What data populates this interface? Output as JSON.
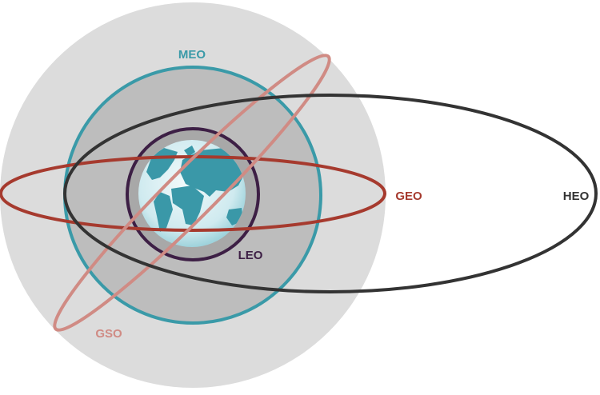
{
  "labels": {
    "meo": "MEO",
    "geo": "GEO",
    "heo": "HEO",
    "leo": "LEO",
    "gso": "GSO"
  },
  "colors": {
    "outer_region": "#dcdcdc",
    "meo_region": "#bdbdbd",
    "meo": "#3a9aa8",
    "leo": "#3d1f45",
    "geo": "#a63a2e",
    "gso": "#d08b84",
    "heo": "#333333",
    "earth_ocean": "#d6eef2",
    "earth_land": "#3a98a8"
  }
}
